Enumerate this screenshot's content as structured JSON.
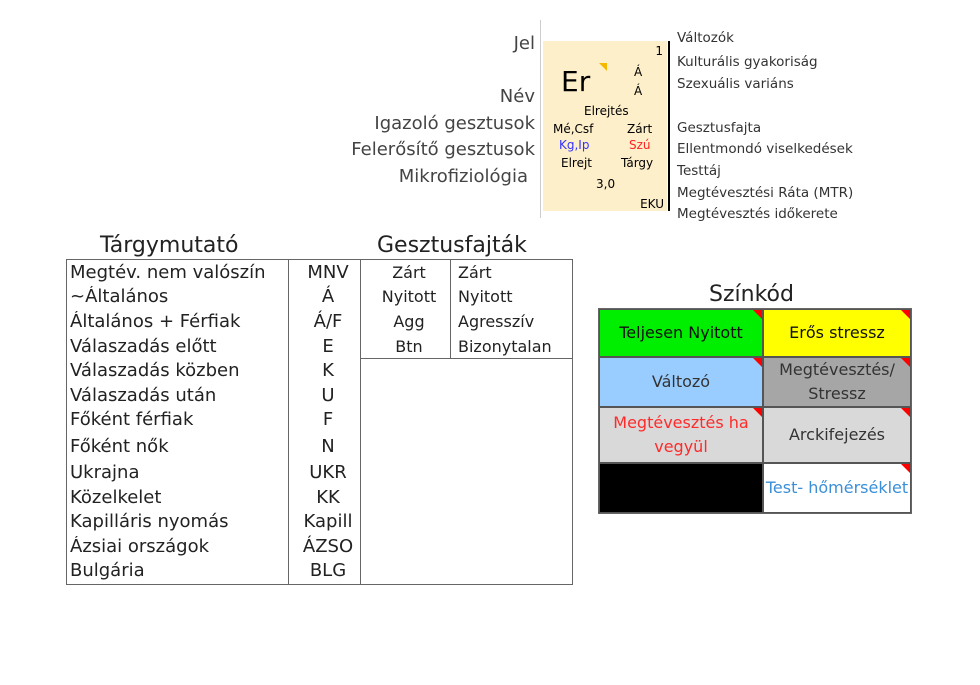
{
  "legend": {
    "left_labels": [
      "Jel",
      "Név",
      "Igazoló gesztusok",
      "Felerősítő gesztusok",
      "Mikrofiziológia"
    ],
    "card": {
      "number": "1",
      "symbol": "Er",
      "a1": "Á",
      "a2": "Á",
      "name": "Elrejtés",
      "confirm": "Mé,Csf",
      "gesture": "Zárt",
      "enhance": "Kg,Ip",
      "contradict": "Szú",
      "micro": "Elrejt",
      "body": "Tárgy",
      "rate": "3,0",
      "time": "EKU"
    },
    "right_labels": [
      "Változók",
      "Kulturális gyakoriság",
      "Szexuális variáns",
      "Gesztusfajta",
      "Ellentmondó viselkedések",
      "Testtáj",
      "Megtévesztési Ráta (MTR)",
      "Megtévesztés időkerete"
    ]
  },
  "index": {
    "title": "Tárgymutató",
    "rows": [
      {
        "name": "Megtév. nem valószín",
        "abbr": "MNV"
      },
      {
        "name": "~Általános",
        "abbr": "Á"
      },
      {
        "name": "Általános + Férfiak",
        "abbr": "Á/F"
      },
      {
        "name": "Válaszadás előtt",
        "abbr": "E"
      },
      {
        "name": "Válaszadás közben",
        "abbr": "K"
      },
      {
        "name": "Válaszadás után",
        "abbr": "U"
      },
      {
        "name": "Főként férfiak",
        "abbr": "F"
      },
      {
        "name": "Főként nők",
        "abbr": "N"
      },
      {
        "name": "Ukrajna",
        "abbr": "UKR"
      },
      {
        "name": "Közelkelet",
        "abbr": "KK"
      },
      {
        "name": "Kapilláris nyomás",
        "abbr": "Kapill"
      },
      {
        "name": "Ázsiai országok",
        "abbr": "ÁZSO"
      },
      {
        "name": "Bulgária",
        "abbr": "BLG"
      }
    ]
  },
  "gestures": {
    "title": "Gesztusfajták",
    "rows": [
      {
        "short": "Zárt",
        "long": "Zárt"
      },
      {
        "short": "Nyitott",
        "long": "Nyitott"
      },
      {
        "short": "Agg",
        "long": "Agresszív"
      },
      {
        "short": "Btn",
        "long": "Bizonytalan"
      }
    ]
  },
  "colors": {
    "title": "Színkód",
    "cells": [
      {
        "text": "Teljesen Nyitott",
        "bg": "#00ee00",
        "fg": "#111"
      },
      {
        "text": "Erős stressz",
        "bg": "#ffff00",
        "fg": "#111"
      },
      {
        "text": "Változó",
        "bg": "#99ccff",
        "fg": "#333"
      },
      {
        "text": "Megtévesztés/ Stressz",
        "bg": "#a6a6a6",
        "fg": "#333"
      },
      {
        "text": "Megtévesztés ha vegyül",
        "bg": "#d9d9d9",
        "fg": "#ff2a2a"
      },
      {
        "text": "Arckifejezés",
        "bg": "#d9d9d9",
        "fg": "#333"
      },
      {
        "text": "",
        "bg": "#000000",
        "fg": "#fff"
      },
      {
        "text": "Test- hőmérséklet",
        "bg": "#ffffff",
        "fg": "#3a8fd8"
      }
    ]
  }
}
